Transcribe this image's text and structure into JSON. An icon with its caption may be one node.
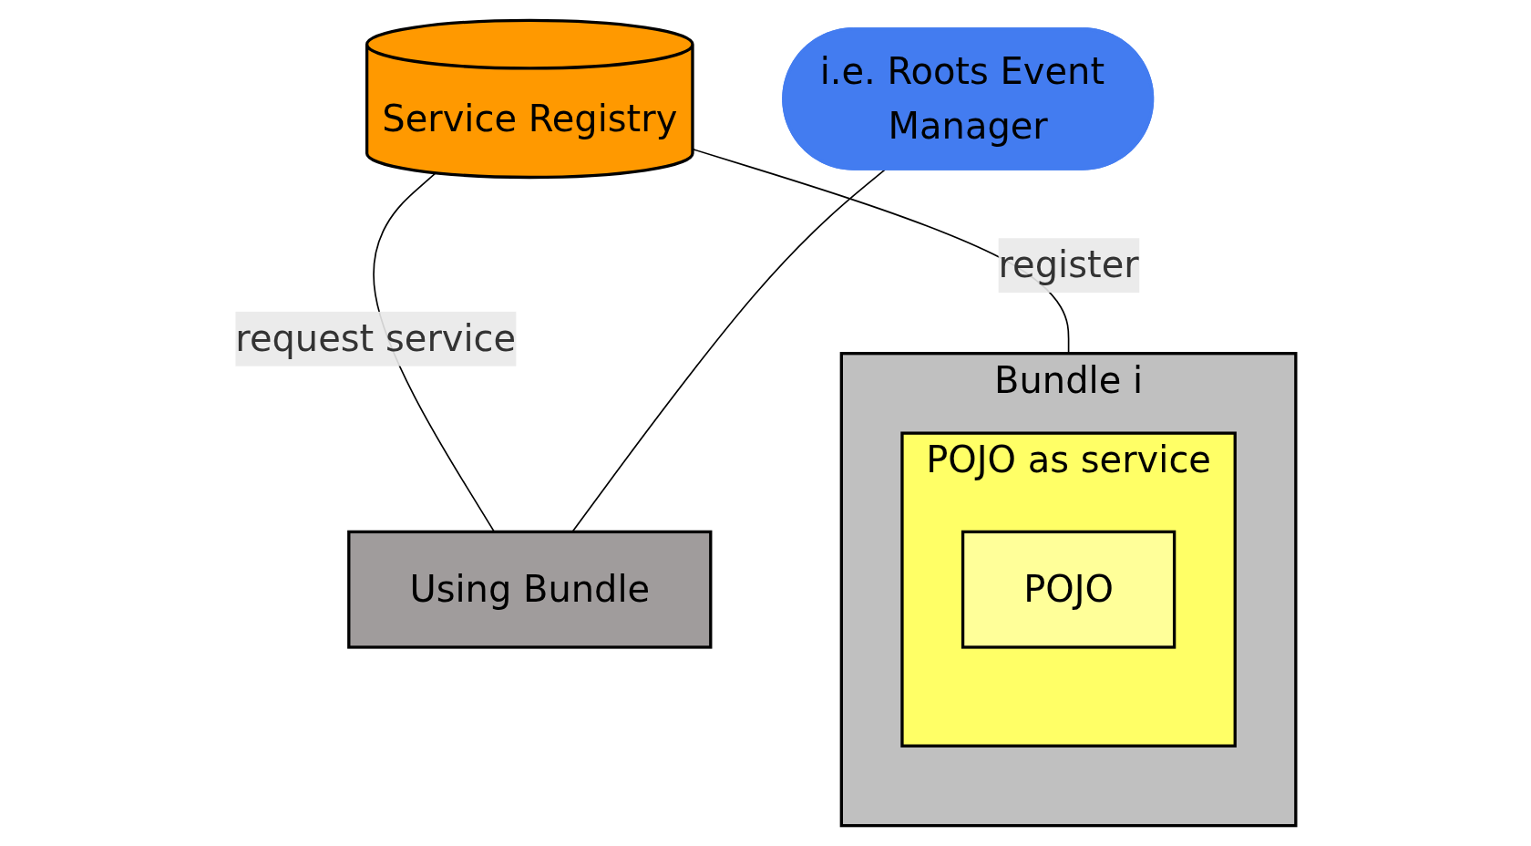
{
  "diagram": {
    "nodes": [
      {
        "text": [
          "Service Registry"
        ]
      },
      {
        "text": [
          "Bundle i"
        ]
      },
      {
        "text": [
          "POJO as service"
        ],
        "in": 1
      },
      {
        "text": [
          "POJO"
        ],
        "in": 2
      },
      {
        "text": [
          "Using Bundle"
        ]
      },
      {
        "text": [
          "i.e. Roots Event Manager"
        ]
      }
    ],
    "edges": [
      {
        "from": 0,
        "to": 1,
        "arrow": "none",
        "label": "register"
      },
      {
        "from": 0,
        "to": 4,
        "arrow": "none",
        "label": "request service"
      },
      {
        "from": 5,
        "to": 4,
        "arrow": "none"
      }
    ]
  }
}
